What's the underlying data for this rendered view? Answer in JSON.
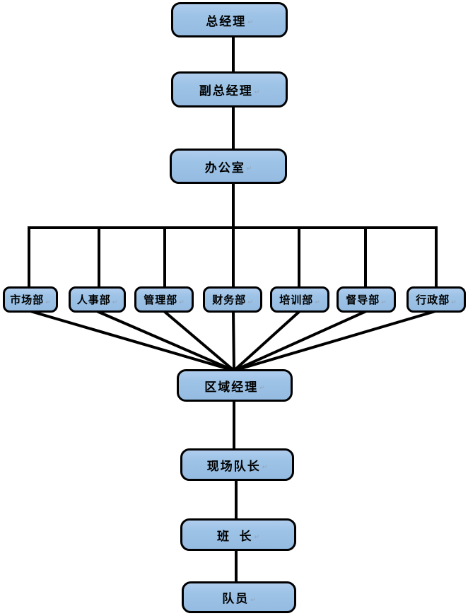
{
  "diagram": {
    "type": "org-chart",
    "paragraph_mark": "↵",
    "colors": {
      "node_fill": "#9DC3E6",
      "node_border": "#000000",
      "connector": "#000000",
      "background": "#FFFFFF",
      "paragraph_mark_color": "#93A5BC"
    },
    "nodes": [
      {
        "id": "general-manager",
        "label": "总经理"
      },
      {
        "id": "deputy-general-manager",
        "label": "副总经理"
      },
      {
        "id": "office",
        "label": "办公室"
      },
      {
        "id": "marketing-dept",
        "label": "市场部"
      },
      {
        "id": "hr-dept",
        "label": "人事部"
      },
      {
        "id": "management-dept",
        "label": "管理部"
      },
      {
        "id": "finance-dept",
        "label": "财务部"
      },
      {
        "id": "training-dept",
        "label": "培训部"
      },
      {
        "id": "supervision-dept",
        "label": "督导部"
      },
      {
        "id": "admin-dept",
        "label": "行政部"
      },
      {
        "id": "regional-manager",
        "label": "区域经理"
      },
      {
        "id": "site-captain",
        "label": "现场队长"
      },
      {
        "id": "squad-leader",
        "label": "班  长"
      },
      {
        "id": "team-member",
        "label": "队员"
      }
    ],
    "edges": [
      {
        "from": "general-manager",
        "to": "deputy-general-manager"
      },
      {
        "from": "deputy-general-manager",
        "to": "office"
      },
      {
        "from": "office",
        "to": "marketing-dept"
      },
      {
        "from": "office",
        "to": "hr-dept"
      },
      {
        "from": "office",
        "to": "management-dept"
      },
      {
        "from": "office",
        "to": "finance-dept"
      },
      {
        "from": "office",
        "to": "training-dept"
      },
      {
        "from": "office",
        "to": "supervision-dept"
      },
      {
        "from": "office",
        "to": "admin-dept"
      },
      {
        "from": "marketing-dept",
        "to": "regional-manager"
      },
      {
        "from": "hr-dept",
        "to": "regional-manager"
      },
      {
        "from": "management-dept",
        "to": "regional-manager"
      },
      {
        "from": "finance-dept",
        "to": "regional-manager"
      },
      {
        "from": "training-dept",
        "to": "regional-manager"
      },
      {
        "from": "supervision-dept",
        "to": "regional-manager"
      },
      {
        "from": "admin-dept",
        "to": "regional-manager"
      },
      {
        "from": "regional-manager",
        "to": "site-captain"
      },
      {
        "from": "site-captain",
        "to": "squad-leader"
      },
      {
        "from": "squad-leader",
        "to": "team-member"
      }
    ]
  }
}
